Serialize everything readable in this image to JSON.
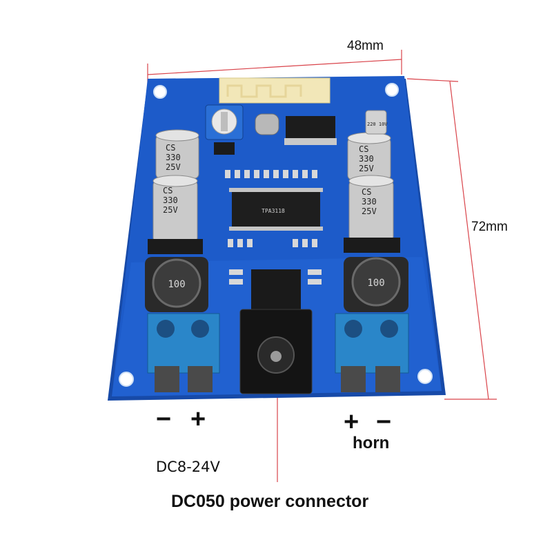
{
  "dimensions": {
    "width": "48mm",
    "height": "72mm"
  },
  "power_input": {
    "minus": "−",
    "plus": "+",
    "voltage": "DC8-24V"
  },
  "speaker_output": {
    "plus": "+",
    "minus": "−",
    "label": "horn"
  },
  "connector": {
    "caption": "DC050 power connector"
  },
  "components": {
    "cap_left_top": [
      "CS",
      "330",
      "25V"
    ],
    "cap_left_bottom": [
      "CS",
      "330",
      "25V"
    ],
    "cap_right_top": [
      "CS",
      "330",
      "25V"
    ],
    "cap_right_bottom": [
      "CS",
      "330",
      "25V"
    ],
    "inductor_left": "100",
    "inductor_right": "100",
    "cap_small": "220 10V",
    "amp_chip": "TPA3118"
  },
  "colors": {
    "pcb": "#1d5bc9",
    "pcb_edge": "#174aa8",
    "dimension_line": "#d9434a",
    "terminal": "#2a86c9"
  }
}
